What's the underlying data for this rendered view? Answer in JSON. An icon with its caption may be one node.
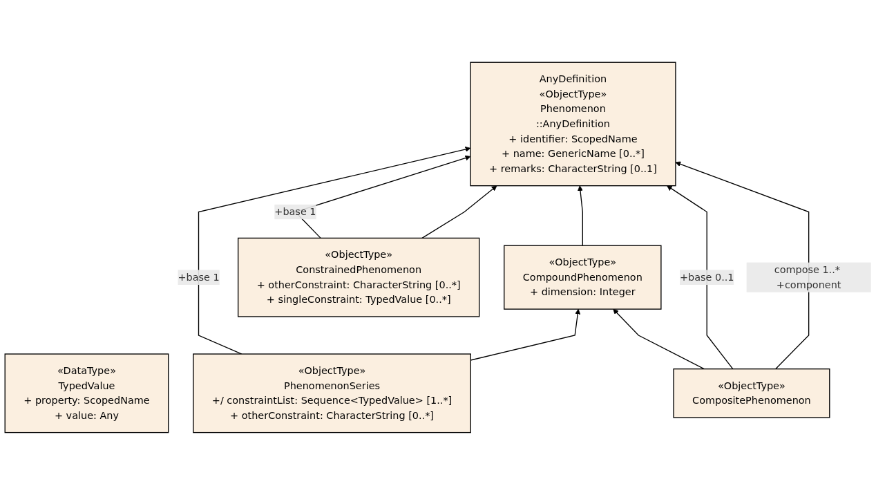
{
  "diagram": {
    "nodes": [
      {
        "text": [
          "«DataType»",
          "TypedValue",
          "+ property: ScopedName",
          "+ value: Any"
        ]
      },
      {
        "text": [
          "AnyDefinition",
          "«ObjectType»",
          "Phenomenon",
          "::AnyDefinition",
          "+ identifier: ScopedName",
          "+ name: GenericName [0..*]",
          "+ remarks: CharacterString [0..1]"
        ]
      },
      {
        "text": [
          "«ObjectType»",
          "ConstrainedPhenomenon",
          "+ otherConstraint: CharacterString [0..*]",
          "+ singleConstraint: TypedValue [0..*]"
        ]
      },
      {
        "text": [
          "«ObjectType»",
          "CompoundPhenomenon",
          "+ dimension: Integer"
        ]
      },
      {
        "text": [
          "«ObjectType»",
          "PhenomenonSeries",
          "+/ constraintList: Sequence<TypedValue> [1..*]",
          "+ otherConstraint: CharacterString [0..*]"
        ]
      },
      {
        "text": [
          "«ObjectType»",
          "CompositePhenomenon"
        ]
      }
    ],
    "edges": [
      {
        "from": 4,
        "to": 1,
        "arrow": "to",
        "label": "+base 1"
      },
      {
        "from": 2,
        "to": 1,
        "arrow": "to",
        "label": "+base 1"
      },
      {
        "from": 2,
        "to": 1,
        "arrow": "to"
      },
      {
        "from": 3,
        "to": 1,
        "arrow": "to"
      },
      {
        "from": 4,
        "to": 3,
        "arrow": "to"
      },
      {
        "from": 5,
        "to": 3,
        "arrow": "to"
      },
      {
        "from": 5,
        "to": 1,
        "arrow": "to",
        "label": "+base 0..1"
      },
      {
        "from": 5,
        "to": 1,
        "arrow": "to",
        "label": "compose 1..* +component"
      }
    ]
  }
}
